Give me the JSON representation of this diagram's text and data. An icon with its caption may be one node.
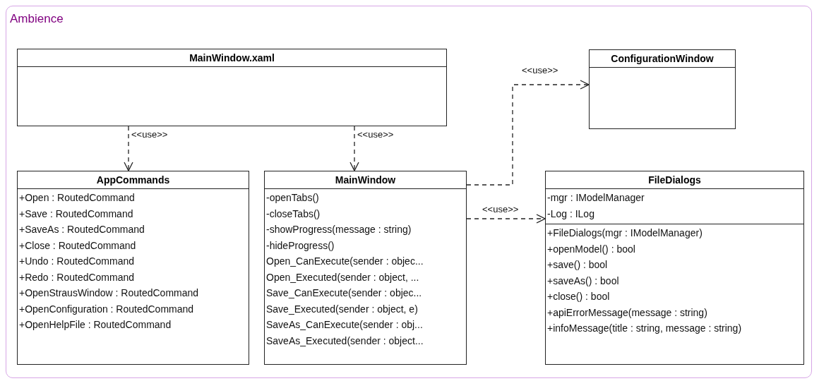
{
  "diagram": {
    "nodes": [
      {
        "text": [
          "Ambience"
        ]
      },
      {
        "text": [
          "MainWindow.xaml"
        ],
        "in": 0
      },
      {
        "text": [
          "ConfigurationWindow"
        ],
        "in": 0
      },
      {
        "text": [
          "AppCommands",
          "+Open : RoutedCommand",
          "+Save : RoutedCommand",
          "+SaveAs : RoutedCommand",
          "+Close : RoutedCommand",
          "+Undo : RoutedCommand",
          "+Redo : RoutedCommand",
          "+OpenStrausWindow : RoutedCommand",
          "+OpenConfiguration : RoutedCommand",
          "+OpenHelpFile : RoutedCommand"
        ],
        "in": 0
      },
      {
        "text": [
          "MainWindow",
          "-openTabs()",
          "-closeTabs()",
          "-showProgress(message : string)",
          "-hideProgress()",
          "Open_CanExecute(sender : objec...",
          "Open_Executed(sender : object, ...",
          "Save_CanExecute(sender : objec...",
          "Save_Executed(sender : object, e)",
          "SaveAs_CanExecute(sender : obj...",
          "SaveAs_Executed(sender : object..."
        ],
        "in": 0
      },
      {
        "text": [
          "FileDialogs",
          "-mgr : IModelManager",
          "-Log : ILog",
          "+FileDialogs(mgr : IModelManager)",
          "+openModel() : bool",
          "+save() : bool",
          "+saveAs() : bool",
          "+close() : bool",
          "+apiErrorMessage(message : string)",
          "+infoMessage(title : string, message : string)"
        ],
        "in": 0
      }
    ],
    "edges": [
      {
        "from": 1,
        "to": 3,
        "arrow": "to",
        "label": "<<use>>",
        "style": "dashed"
      },
      {
        "from": 1,
        "to": 4,
        "arrow": "to",
        "label": "<<use>>",
        "style": "dashed"
      },
      {
        "from": 4,
        "to": 2,
        "arrow": "to",
        "label": "<<use>>",
        "style": "dashed"
      },
      {
        "from": 4,
        "to": 5,
        "arrow": "to",
        "label": "<<use>>",
        "style": "dashed"
      }
    ]
  }
}
